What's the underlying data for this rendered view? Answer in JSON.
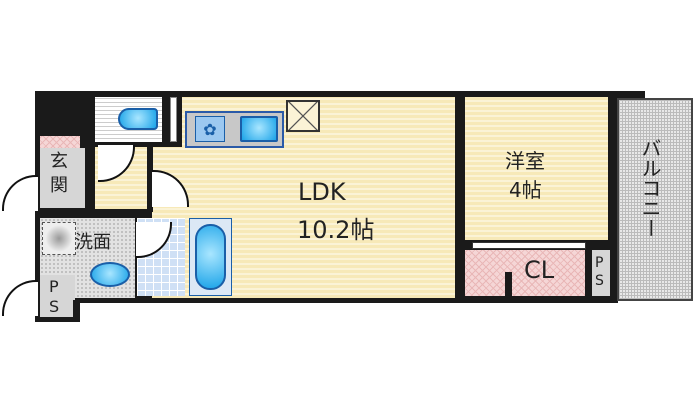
{
  "rooms": {
    "ldk": {
      "name": "LDK",
      "size": "10.2帖"
    },
    "western": {
      "name": "洋室",
      "size": "4帖"
    },
    "closet": {
      "name": "CL"
    },
    "balcony": {
      "name": "バルコニー"
    },
    "entrance": {
      "name": "玄関"
    },
    "washroom": {
      "name": "洗面"
    },
    "ps_left": {
      "name": "PS"
    },
    "ps_right": {
      "name": "PS"
    }
  },
  "colors": {
    "floor": "#f7e9b8",
    "fixture": "#1aa3e8",
    "wall": "#1a1a1a",
    "closet": "#f5d6d6"
  }
}
